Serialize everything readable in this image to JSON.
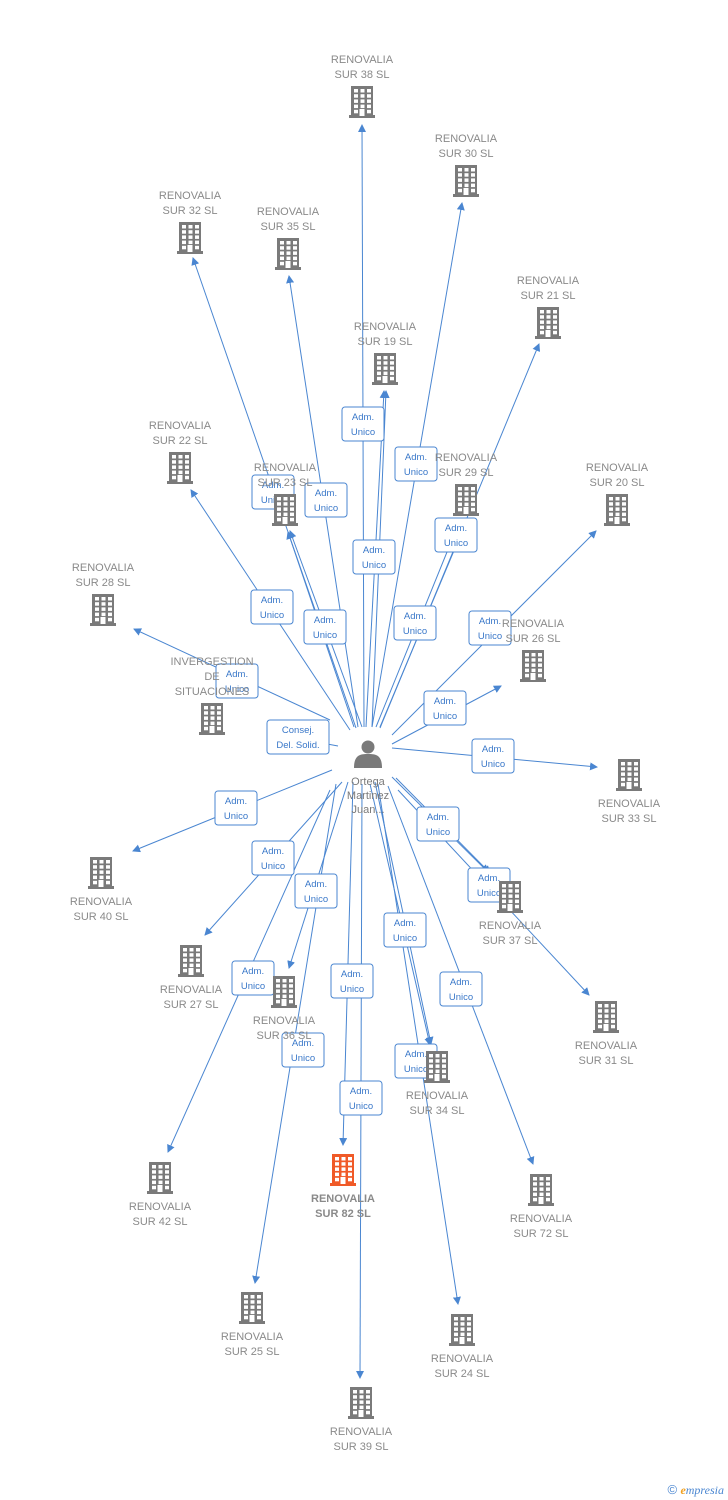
{
  "colors": {
    "edge": "#4a86d1",
    "building": "#7a7a7a",
    "building_highlight": "#f05a28",
    "person": "#7a7a7a",
    "label": "#8a8a8a"
  },
  "center": {
    "icon": "person-icon",
    "label_lines": [
      "Ortega",
      "Martinez",
      "Juan..."
    ]
  },
  "nodes": [
    {
      "id": "sur38",
      "lines": [
        "RENOVALIA",
        "SUR 38  SL"
      ]
    },
    {
      "id": "sur30",
      "lines": [
        "RENOVALIA",
        "SUR 30  SL"
      ]
    },
    {
      "id": "sur32",
      "lines": [
        "RENOVALIA",
        "SUR 32  SL"
      ]
    },
    {
      "id": "sur35",
      "lines": [
        "RENOVALIA",
        "SUR 35  SL"
      ]
    },
    {
      "id": "sur21",
      "lines": [
        "RENOVALIA",
        "SUR 21  SL"
      ]
    },
    {
      "id": "sur19",
      "lines": [
        "RENOVALIA",
        "SUR 19  SL"
      ]
    },
    {
      "id": "sur22",
      "lines": [
        "RENOVALIA",
        "SUR 22  SL"
      ]
    },
    {
      "id": "sur23",
      "lines": [
        "RENOVALIA",
        "SUR 23  SL"
      ]
    },
    {
      "id": "sur29",
      "lines": [
        "RENOVALIA",
        "SUR 29  SL"
      ]
    },
    {
      "id": "sur20",
      "lines": [
        "RENOVALIA",
        "SUR 20  SL"
      ]
    },
    {
      "id": "sur28",
      "lines": [
        "RENOVALIA",
        "SUR 28  SL"
      ]
    },
    {
      "id": "sur26",
      "lines": [
        "RENOVALIA",
        "SUR 26  SL"
      ]
    },
    {
      "id": "invergestion",
      "lines": [
        "INVERGESTION",
        "DE",
        "SITUACIONES"
      ]
    },
    {
      "id": "sur33",
      "lines": [
        "RENOVALIA",
        "SUR 33  SL"
      ]
    },
    {
      "id": "sur40",
      "lines": [
        "RENOVALIA",
        "SUR 40  SL"
      ]
    },
    {
      "id": "sur37",
      "lines": [
        "RENOVALIA",
        "SUR 37  SL"
      ]
    },
    {
      "id": "sur27",
      "lines": [
        "RENOVALIA",
        "SUR 27  SL"
      ]
    },
    {
      "id": "sur36",
      "lines": [
        "RENOVALIA",
        "SUR 36  SL"
      ]
    },
    {
      "id": "sur31",
      "lines": [
        "RENOVALIA",
        "SUR 31  SL"
      ]
    },
    {
      "id": "sur34",
      "lines": [
        "RENOVALIA",
        "SUR 34  SL"
      ]
    },
    {
      "id": "sur42",
      "lines": [
        "RENOVALIA",
        "SUR 42  SL"
      ]
    },
    {
      "id": "sur82",
      "lines": [
        "RENOVALIA",
        "SUR 82  SL"
      ],
      "highlight": true
    },
    {
      "id": "sur72",
      "lines": [
        "RENOVALIA",
        "SUR 72  SL"
      ]
    },
    {
      "id": "sur25",
      "lines": [
        "RENOVALIA",
        "SUR 25  SL"
      ]
    },
    {
      "id": "sur24",
      "lines": [
        "RENOVALIA",
        "SUR 24  SL"
      ]
    },
    {
      "id": "sur39",
      "lines": [
        "RENOVALIA",
        "SUR 39  SL"
      ]
    }
  ],
  "edges": [
    {
      "to": "sur38",
      "label": [
        "Adm.",
        "Unico"
      ]
    },
    {
      "to": "sur30",
      "label": [
        "Adm.",
        "Unico"
      ]
    },
    {
      "to": "sur32",
      "label": [
        "Adm.",
        "Unico"
      ]
    },
    {
      "to": "sur35",
      "label": [
        "Adm.",
        "Unico"
      ]
    },
    {
      "to": "sur21",
      "label": [
        "Adm.",
        "Unico"
      ]
    },
    {
      "to": "sur19",
      "label": [
        "Adm.",
        "Unico"
      ]
    },
    {
      "to": "sur22",
      "label": [
        "Adm.",
        "Unico"
      ]
    },
    {
      "to": "sur23",
      "label": [
        "Adm.",
        "Unico"
      ]
    },
    {
      "to": "sur29",
      "label": [
        "Adm.",
        "Unico"
      ]
    },
    {
      "to": "sur20",
      "label": [
        "Adm.",
        "Unico"
      ]
    },
    {
      "to": "sur28",
      "label": [
        "Adm.",
        "Unico"
      ]
    },
    {
      "to": "sur26",
      "label": [
        "Adm.",
        "Unico"
      ]
    },
    {
      "to": "invergestion",
      "label": [
        "Consej.",
        "Del. Solid."
      ]
    },
    {
      "to": "sur33",
      "label": [
        "Adm.",
        "Unico"
      ]
    },
    {
      "to": "sur40",
      "label": [
        "Adm.",
        "Unico"
      ]
    },
    {
      "to": "sur37",
      "label": [
        "Adm.",
        "Unico"
      ]
    },
    {
      "to": "sur27",
      "label": [
        "Adm.",
        "Unico"
      ]
    },
    {
      "to": "sur36",
      "label": [
        "Adm.",
        "Unico"
      ]
    },
    {
      "to": "sur31",
      "label": [
        "Adm.",
        "Unico"
      ]
    },
    {
      "to": "sur34",
      "label": [
        "Adm.",
        "Unico"
      ]
    },
    {
      "to": "sur42",
      "label": [
        "Adm.",
        "Unico"
      ]
    },
    {
      "to": "sur82",
      "label": [
        "Adm.",
        "Unico"
      ]
    },
    {
      "to": "sur72",
      "label": [
        "Adm.",
        "Unico"
      ]
    },
    {
      "to": "sur25",
      "label": [
        "Adm.",
        "Unico"
      ]
    },
    {
      "to": "sur24",
      "label": [
        "Adm.",
        "Unico"
      ]
    },
    {
      "to": "sur39",
      "label": [
        "Adm.",
        "Unico"
      ]
    },
    {
      "to": "sur19",
      "label": [
        "Adm.",
        "Unico"
      ]
    },
    {
      "to": "sur29",
      "label": [
        "Adm.",
        "Unico"
      ]
    },
    {
      "to": "sur23",
      "label": [
        "Adm.",
        "Unico"
      ]
    },
    {
      "to": "sur34",
      "label": [
        "Adm.",
        "Unico"
      ]
    },
    {
      "to": "sur37",
      "label": [
        "Adm.",
        "Unico"
      ]
    }
  ],
  "footer": {
    "copyright": "©",
    "brand_initial": "e",
    "brand_rest": "mpresia"
  }
}
